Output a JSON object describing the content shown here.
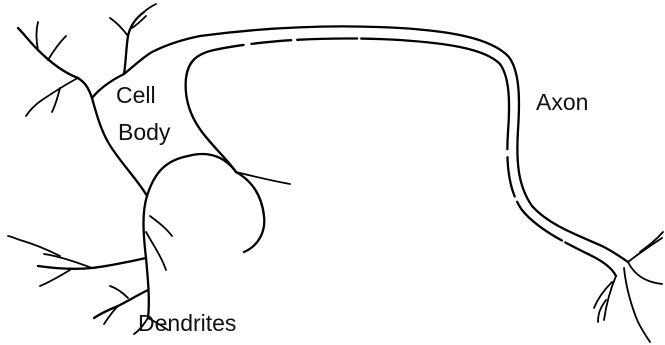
{
  "diagram": {
    "labels": {
      "cell_body_line1": "Cell",
      "cell_body_line2": "Body",
      "axon": "Axon",
      "dendrites": "Dendrites"
    },
    "colors": {
      "stroke": "#000000",
      "background": "#ffffff",
      "text": "#111111"
    }
  }
}
